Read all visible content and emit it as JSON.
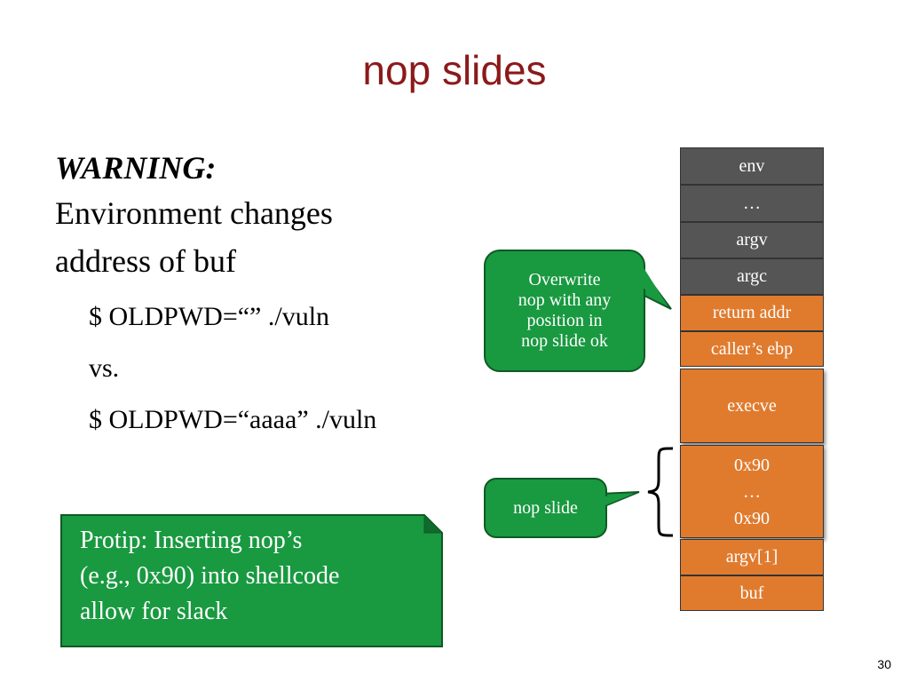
{
  "slide": {
    "title": "nop slides",
    "page_number": "30"
  },
  "left": {
    "warning": "WARNING:",
    "line1": "Environment changes",
    "line2": "address of buf",
    "cmd1": "$ OLDPWD=“” ./vuln",
    "vs": "vs.",
    "cmd2": "$ OLDPWD=“aaaa” ./vuln"
  },
  "protip": {
    "line1": "Protip: Inserting nop’s",
    "line2": "(e.g., 0x90) into shellcode",
    "line3": "allow for slack"
  },
  "callouts": {
    "overwrite": {
      "line1": "Overwrite",
      "line2": "nop with any",
      "line3": "position in",
      "line4": "nop slide ok"
    },
    "nop_slide": "nop slide"
  },
  "stack": {
    "env": "env",
    "dots": "…",
    "argv": "argv",
    "argc": "argc",
    "return_addr": "return addr",
    "callers_ebp": "caller’s ebp",
    "execve": "execve",
    "nop_top": "0x90",
    "nop_dots": "…",
    "nop_bottom": "0x90",
    "argv1": "argv[1]",
    "buf": "buf"
  },
  "colors": {
    "title": "#8b1a1a",
    "stack_dark": "#555555",
    "stack_orange": "#e07b2e",
    "callout_green": "#199940"
  }
}
